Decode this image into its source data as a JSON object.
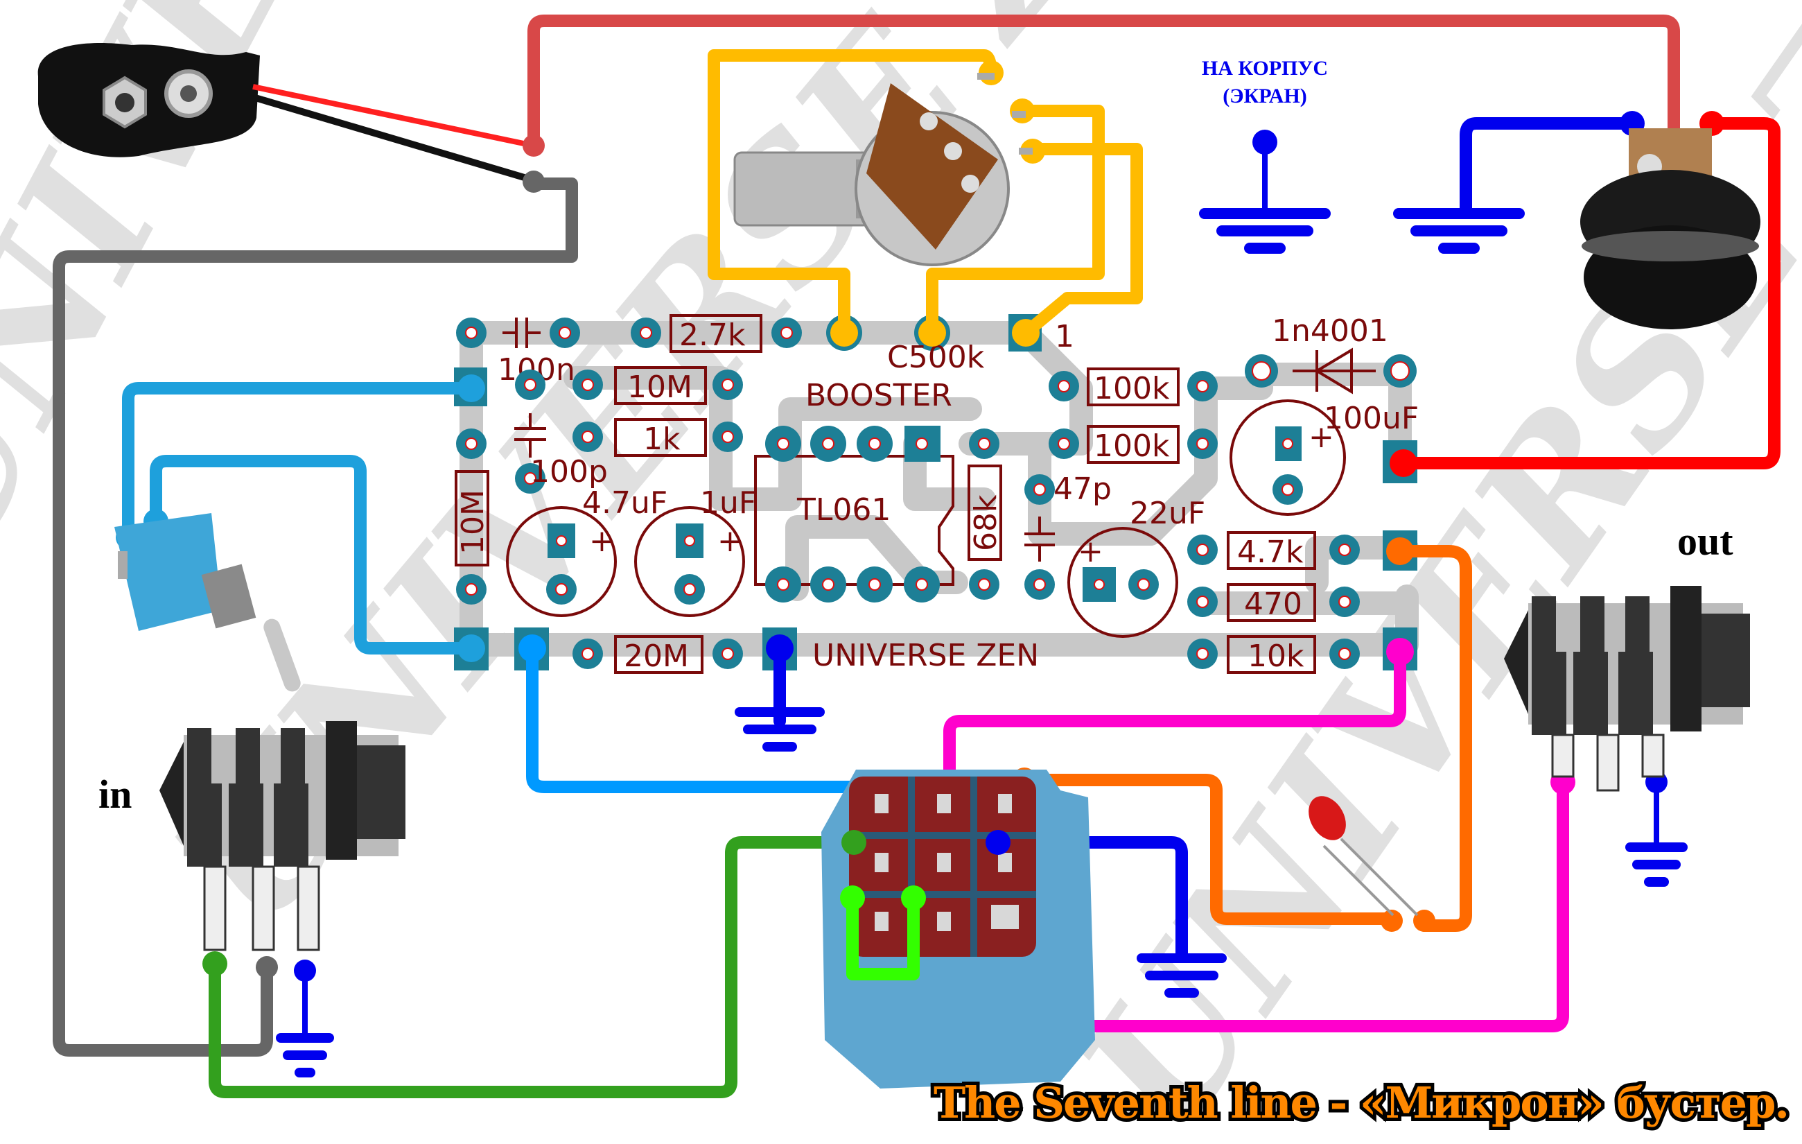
{
  "title": "The Seventh line - «Микрон» бустер.",
  "watermark": "UNIVERSE ZEN",
  "board": {
    "name_label": "BOOSTER",
    "brand_label": "UNIVERSE ZEN",
    "ic_label": "TL061",
    "pot_label": "C500k",
    "pin1_label": "1"
  },
  "components": {
    "resistors": [
      {
        "id": "r-2k7",
        "value": "2.7k"
      },
      {
        "id": "r-10m-a",
        "value": "10M"
      },
      {
        "id": "r-1k",
        "value": "1k"
      },
      {
        "id": "r-10m-b",
        "value": "10M"
      },
      {
        "id": "r-20m",
        "value": "20M"
      },
      {
        "id": "r-68k",
        "value": "68k"
      },
      {
        "id": "r-100k-a",
        "value": "100k"
      },
      {
        "id": "r-100k-b",
        "value": "100k"
      },
      {
        "id": "r-4k7",
        "value": "4.7k"
      },
      {
        "id": "r-470",
        "value": "470"
      },
      {
        "id": "r-10k",
        "value": "10k"
      }
    ],
    "capacitors": [
      {
        "id": "c-100n",
        "value": "100n"
      },
      {
        "id": "c-100p",
        "value": "100p"
      },
      {
        "id": "c-47p",
        "value": "47p"
      },
      {
        "id": "c-4u7",
        "value": "4.7uF"
      },
      {
        "id": "c-1u",
        "value": "1uF"
      },
      {
        "id": "c-22u",
        "value": "22uF"
      },
      {
        "id": "c-100u",
        "value": "100uF"
      }
    ],
    "diode": {
      "value": "1n4001"
    },
    "polarity_mark": "+"
  },
  "labels": {
    "chassis_line1": "НА КОРПУС",
    "chassis_line2": "(ЭКРАН)",
    "input": "in",
    "output": "out"
  },
  "wire_colors": {
    "power_red": "#ff0000",
    "battery_red": "#d84848",
    "battery_black": "#666666",
    "pot": "#ffbb00",
    "ground": "#0000ee",
    "toggle": "#1ea0dc",
    "input_signal": "#0099ff",
    "pcb_out": "#ff6a00",
    "switch_out": "#ff00cc",
    "input_jack": "#33a01e",
    "jumper": "#33ff00"
  }
}
